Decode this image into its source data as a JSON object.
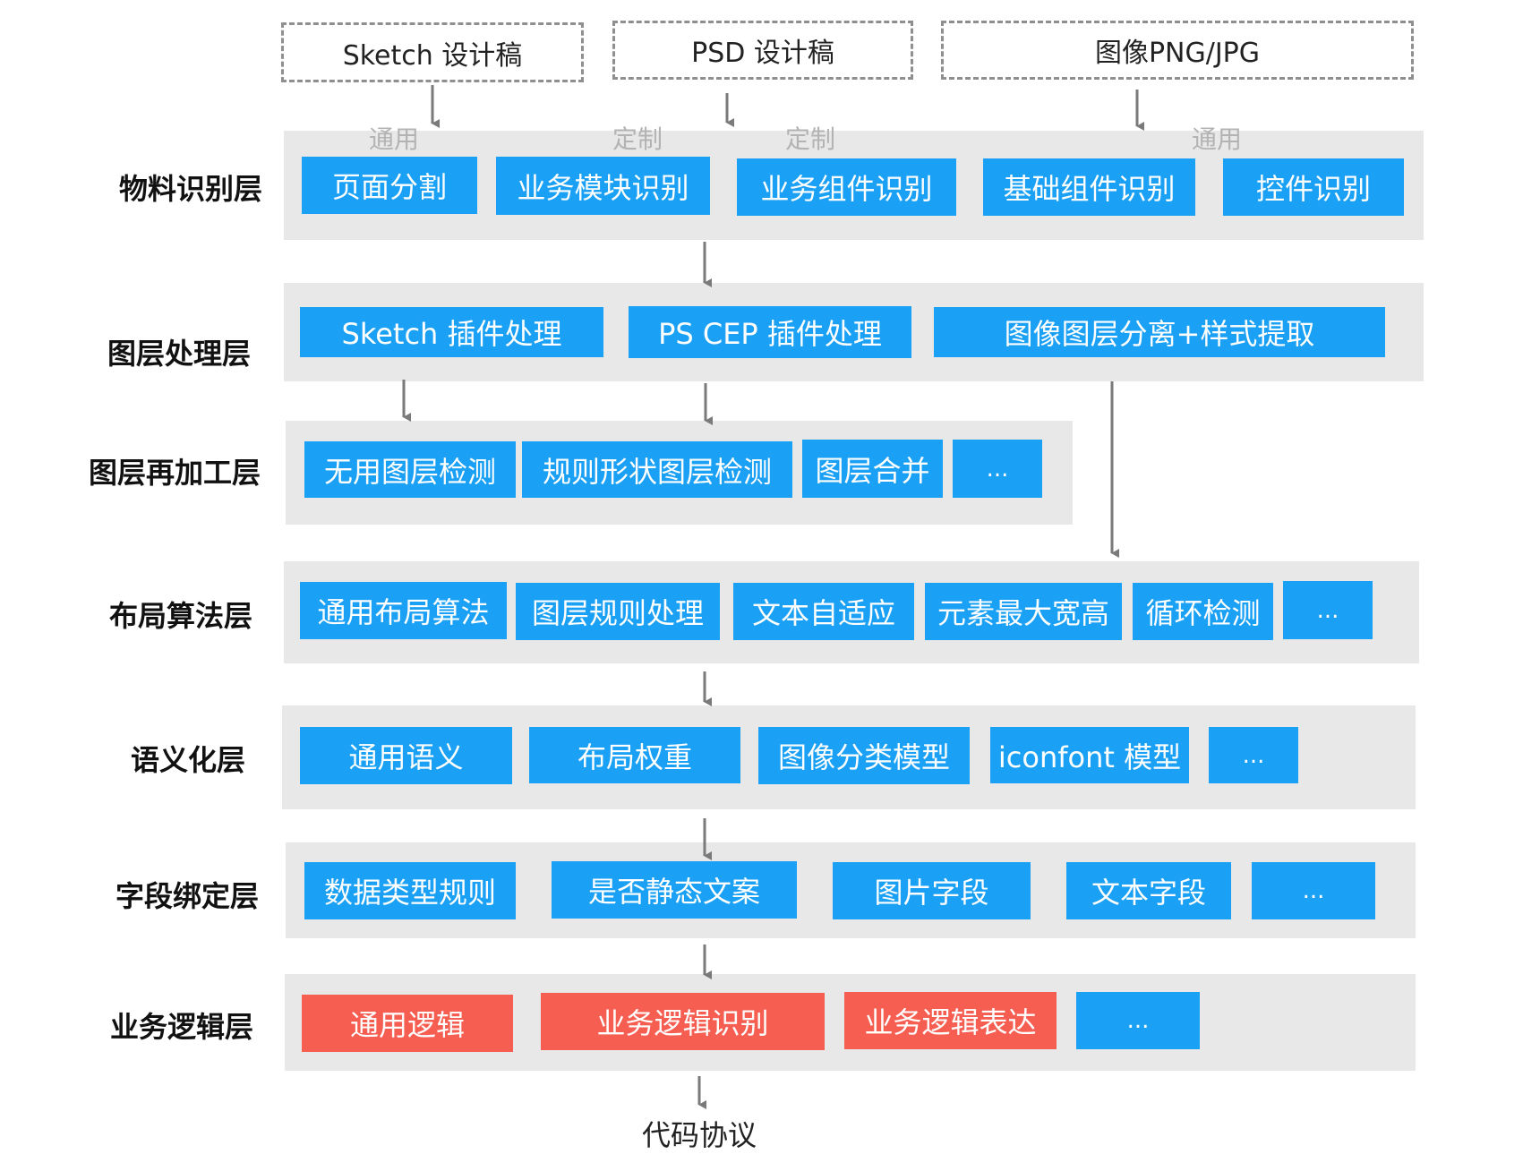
{
  "colors": {
    "blue": "#1aa0f4",
    "red": "#f65e52",
    "band": "#e8e8e8",
    "arrow": "#7a7a7a"
  },
  "sources": {
    "sketch": "Sketch 设计稿",
    "psd": "PSD 设计稿",
    "image": "图像PNG/JPG"
  },
  "tags": {
    "t1": "通用",
    "t2": "定制",
    "t3": "定制",
    "t4": "通用"
  },
  "layers": {
    "l1": {
      "label": "物料识别层",
      "items": [
        "页面分割",
        "业务模块识别",
        "业务组件识别",
        "基础组件识别",
        "控件识别"
      ]
    },
    "l2": {
      "label": "图层处理层",
      "items": [
        "Sketch 插件处理",
        "PS CEP 插件处理",
        "图像图层分离+样式提取"
      ]
    },
    "l3": {
      "label": "图层再加工层",
      "items": [
        "无用图层检测",
        "规则形状图层检测",
        "图层合并",
        "..."
      ]
    },
    "l4": {
      "label": "布局算法层",
      "items": [
        "通用布局算法",
        "图层规则处理",
        "文本自适应",
        "元素最大宽高",
        "循环检测",
        "..."
      ]
    },
    "l5": {
      "label": "语义化层",
      "items": [
        "通用语义",
        "布局权重",
        "图像分类模型",
        "iconfont 模型",
        "..."
      ]
    },
    "l6": {
      "label": "字段绑定层",
      "items": [
        "数据类型规则",
        "是否静态文案",
        "图片字段",
        "文本字段",
        "..."
      ]
    },
    "l7": {
      "label": "业务逻辑层",
      "items": [
        "通用逻辑",
        "业务逻辑识别",
        "业务逻辑表达",
        "..."
      ]
    }
  },
  "output": "代码协议"
}
